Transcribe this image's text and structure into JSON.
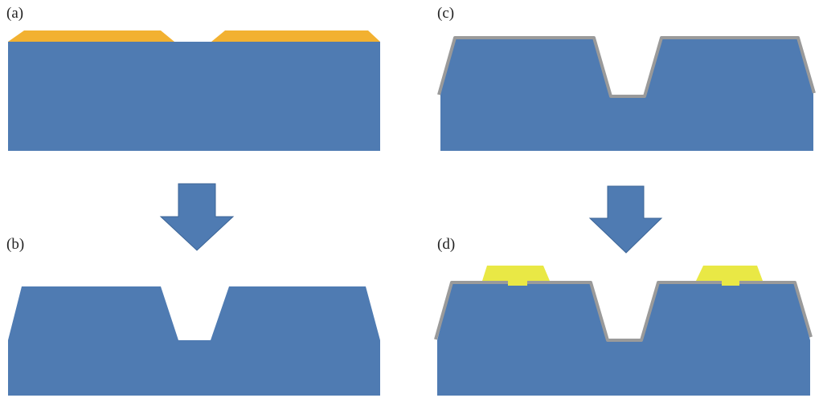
{
  "panels": [
    {
      "id": "a",
      "label": "(a)"
    },
    {
      "id": "b",
      "label": "(b)"
    },
    {
      "id": "c",
      "label": "(c)"
    },
    {
      "id": "d",
      "label": "(d)"
    }
  ],
  "colors": {
    "substrate": "#4f7bb2",
    "mask": "#f2b131",
    "coating": "#9a9a9a",
    "pad": "#e9e845",
    "arrow": "#4f7bb2",
    "arrow_stroke": "#3c6597"
  }
}
